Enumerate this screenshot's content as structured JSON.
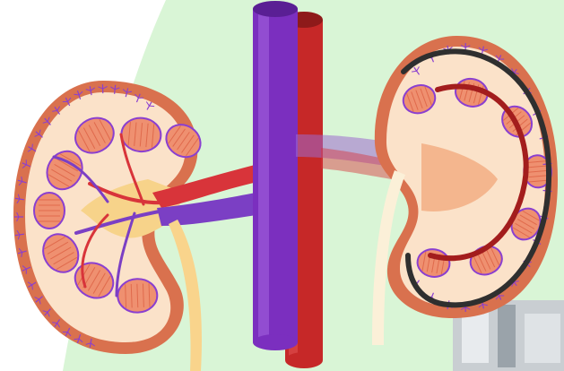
{
  "colors": {
    "background": "#ffffff",
    "backdrop_green": "#d9f5d6",
    "kidney_capsule": "#d9714e",
    "kidney_cortex": "#fbe2c9",
    "pyramid": "#ef9070",
    "pyramid_stripe": "#e06a4c",
    "pelvis": "#f7d38a",
    "vena_cava": "#7b2fbf",
    "aorta": "#c62828",
    "renal_artery": "#d8343a",
    "renal_vein": "#7b3fc4",
    "ureter": "#f9d48c",
    "capillary": "#8a3fd0",
    "dark_arc": "#2f2f2f",
    "red_arc": "#a31d1d"
  },
  "structures": [
    "left-kidney",
    "right-kidney",
    "inferior-vena-cava",
    "abdominal-aorta",
    "left-renal-artery",
    "left-renal-vein",
    "right-renal-artery",
    "right-renal-vein",
    "left-ureter",
    "right-ureter",
    "renal-pyramids",
    "renal-pelvis"
  ]
}
